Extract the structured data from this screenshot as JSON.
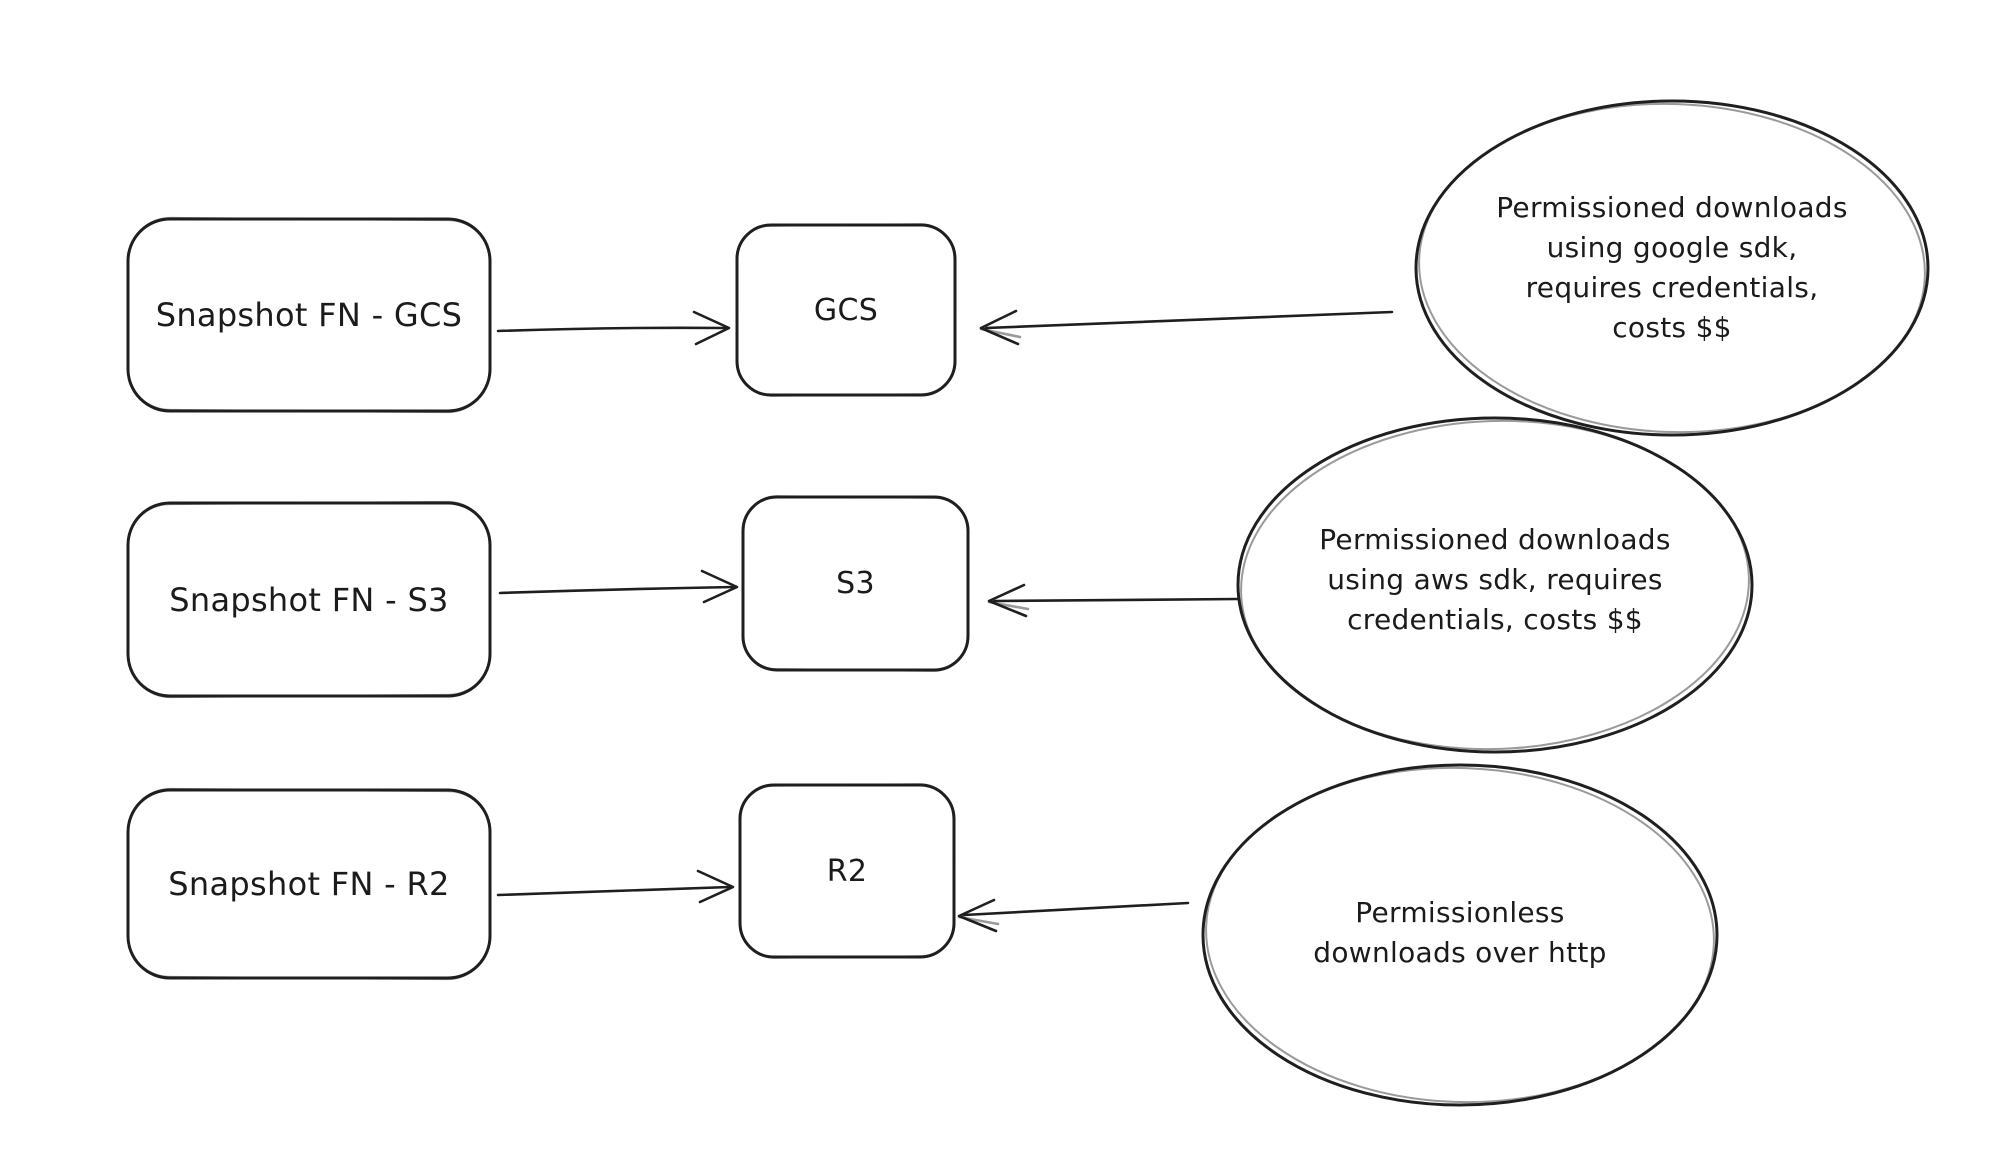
{
  "canvas": {
    "background_color": "#ffffff",
    "ink_color": "#1f1f1f"
  },
  "rows": [
    {
      "source_label": "Snapshot FN - GCS",
      "target_label": "GCS",
      "note_lines": [
        "Permissioned downloads",
        "using google sdk,",
        "requires credentials,",
        "costs $$"
      ]
    },
    {
      "source_label": "Snapshot FN - S3",
      "target_label": "S3",
      "note_lines": [
        "Permissioned downloads",
        "using aws sdk, requires",
        "credentials, costs $$"
      ]
    },
    {
      "source_label": "Snapshot FN - R2",
      "target_label": "R2",
      "note_lines": [
        "Permissionless",
        "downloads over http"
      ]
    }
  ]
}
